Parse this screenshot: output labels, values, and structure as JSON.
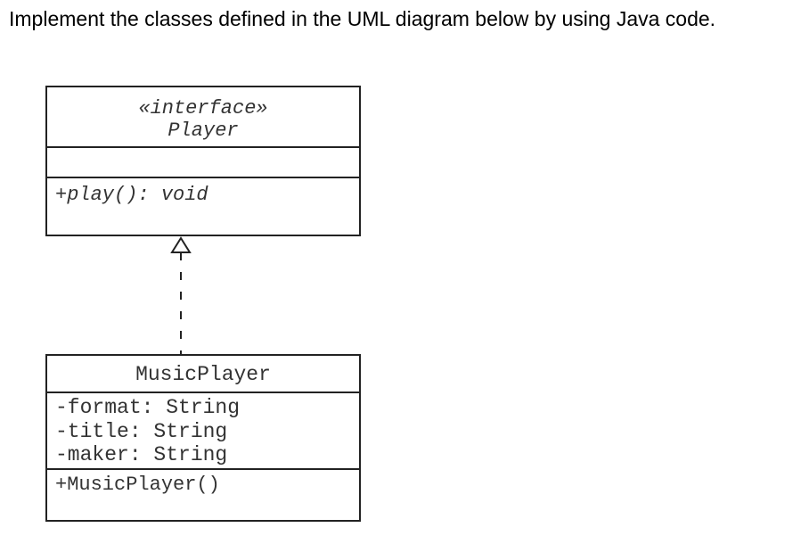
{
  "instruction": "Implement the classes defined in the UML diagram below by using Java code.",
  "diagram": {
    "interface_class": {
      "stereotype": "«interface»",
      "name": "Player",
      "attributes": [],
      "operations": [
        "+play(): void"
      ]
    },
    "concrete_class": {
      "name": "MusicPlayer",
      "attributes": [
        "-format: String",
        "-title: String",
        "-maker: String"
      ],
      "operations": [
        "+MusicPlayer()"
      ]
    },
    "relationship": {
      "type": "realization",
      "from": "MusicPlayer",
      "to": "Player"
    }
  }
}
